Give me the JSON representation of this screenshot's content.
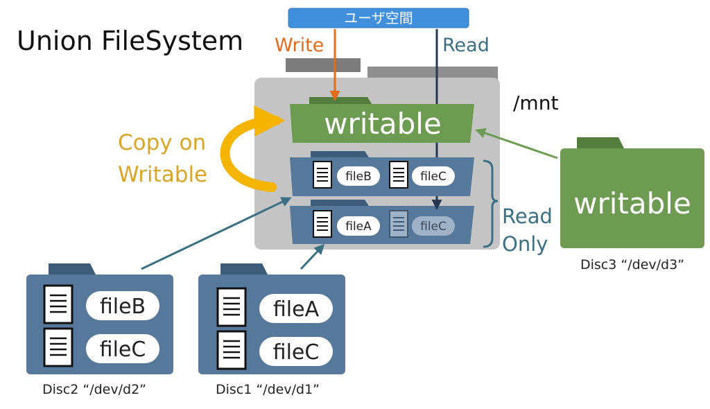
{
  "title": "Union FileSystem",
  "user_space": "ユーザ空間",
  "write_label": "Write",
  "read_label": "Read",
  "mount_label": "/mnt",
  "copy_on_write": [
    "Copy on",
    "Writable"
  ],
  "read_only": [
    "Read",
    "Only"
  ],
  "layers": {
    "writable": "writable",
    "upper_files": [
      "fileB",
      "fileC"
    ],
    "lower_files": [
      "fileA",
      "fileC"
    ]
  },
  "discs": {
    "disc1": {
      "caption": "Disc1 “/dev/d1”",
      "files": [
        "fileA",
        "fileC"
      ]
    },
    "disc2": {
      "caption": "Disc2 “/dev/d2”",
      "files": [
        "fileB",
        "fileC"
      ]
    },
    "disc3": {
      "caption": "Disc3 “/dev/d3”",
      "label": "writable"
    }
  },
  "colors": {
    "write_orange": "#e36c1c",
    "read_navy": "#27374f",
    "teal": "#3b6f84",
    "copy_yellow": "#f4b400",
    "copy_text": "#d9a526",
    "green": "#6c9b51",
    "green_dark": "#537d3d",
    "blue_folder": "#56789a",
    "blue_dark": "#3e5c7a",
    "gray_folder": "#c4c4c4",
    "gray_dark": "#8f8f8f",
    "user_space_blue": "#3f8fdc"
  },
  "icons": [
    "document-icon",
    "folder-icon",
    "arrow-icon"
  ]
}
